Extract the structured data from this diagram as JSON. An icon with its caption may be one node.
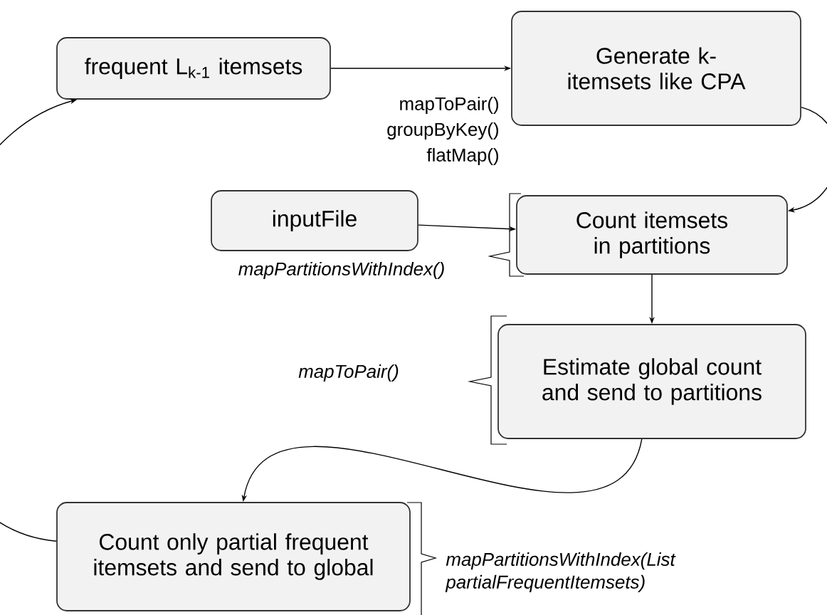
{
  "diagram": {
    "nodes": [
      {
        "text": [
          "frequent L$_{k-1}$ itemsets"
        ]
      },
      {
        "text": [
          "Generate k-itemsets like CPA"
        ]
      },
      {
        "text": [
          "inputFile"
        ]
      },
      {
        "text": [
          "Count itemsets in partitions"
        ]
      },
      {
        "text": [
          "Estimate global count and send to partitions"
        ]
      },
      {
        "text": [
          "Count only partial frequent itemsets and send to global"
        ]
      }
    ],
    "edges": [
      {
        "from": 0,
        "to": 1,
        "arrow": "to"
      },
      {
        "from": 1,
        "to": 3,
        "arrow": "to"
      },
      {
        "from": 2,
        "to": 3,
        "arrow": "to"
      },
      {
        "from": 3,
        "to": 4,
        "arrow": "to"
      },
      {
        "from": 4,
        "to": 5,
        "arrow": "to"
      },
      {
        "from": 5,
        "to": 0,
        "arrow": "to"
      }
    ],
    "labels": [
      "mapToPair()",
      "groupByKey()",
      "flatMap()",
      "mapPartitionsWithIndex()",
      "mapToPair()",
      "mapPartitionsWithIndex(List partialFrequentItemsets)"
    ]
  }
}
